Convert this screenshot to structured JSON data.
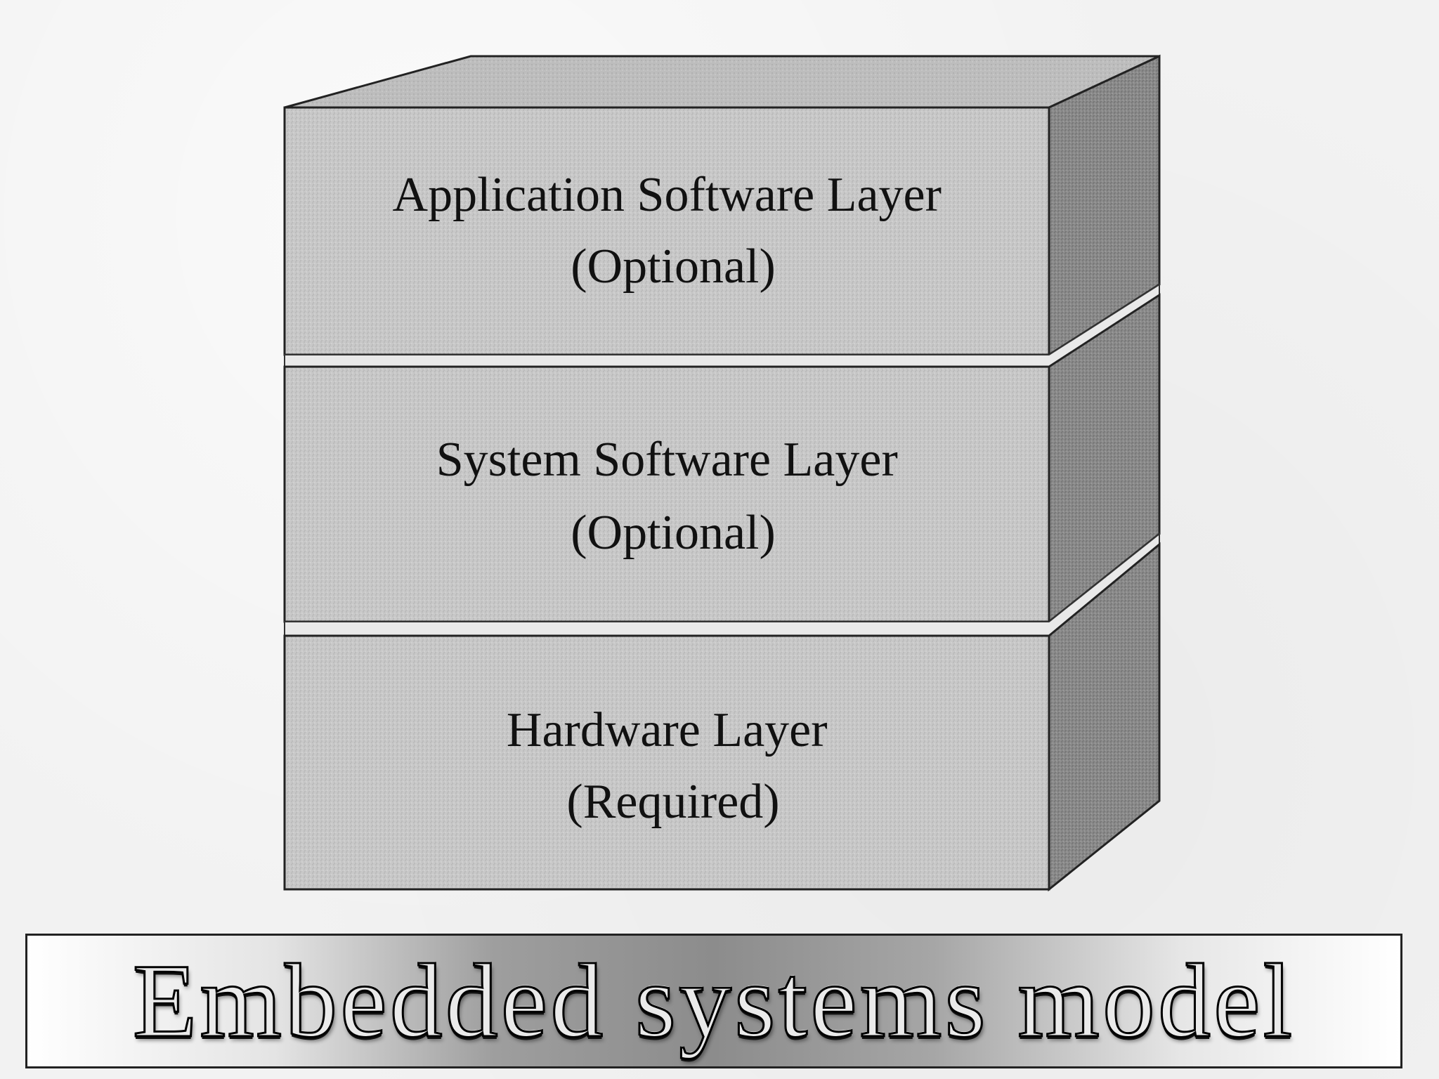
{
  "diagram": {
    "layers": [
      {
        "name": "application",
        "title": "Application Software Layer",
        "status": "(Optional)"
      },
      {
        "name": "system",
        "title": "System Software Layer",
        "status": "(Optional)"
      },
      {
        "name": "hardware",
        "title": "Hardware Layer",
        "status": "(Required)"
      }
    ]
  },
  "caption": {
    "text": "Embedded systems model"
  }
}
